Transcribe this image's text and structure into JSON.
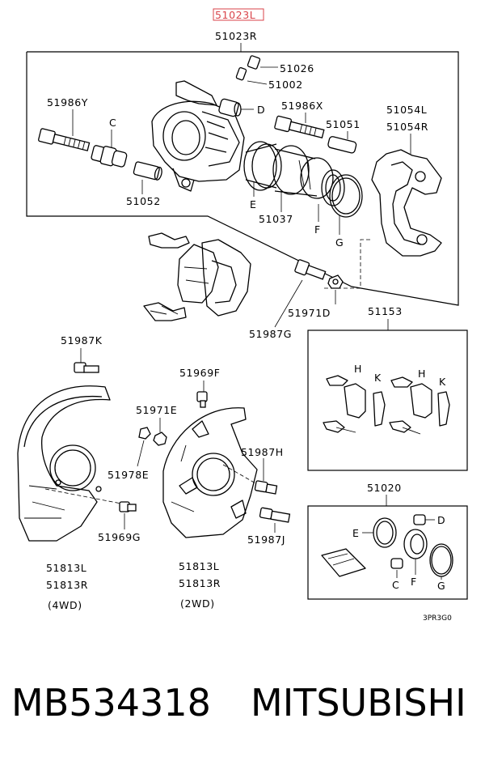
{
  "highlight": {
    "text": "51023L",
    "color": "#d9434a"
  },
  "labels": {
    "top_assembly": "51023R",
    "p51026": "51026",
    "p51002": "51002",
    "p51986Y": "51986Y",
    "pC_top": "C",
    "pD_top": "D",
    "p51986X": "51986X",
    "p51051": "51051",
    "p51054L": "51054L",
    "p51054R": "51054R",
    "p51052": "51052",
    "pE_top": "E",
    "p51037": "51037",
    "pF_top": "F",
    "pG_top": "G",
    "p51971D": "51971D",
    "p51987G": "51987G",
    "p51153": "51153",
    "pH1": "H",
    "pK1": "K",
    "pH2": "H",
    "pK2": "K",
    "p51987K": "51987K",
    "p51969F": "51969F",
    "p51971E": "51971E",
    "p51978E": "51978E",
    "p51987H": "51987H",
    "p51969G": "51969G",
    "p51987J": "51987J",
    "p51813L_a": "51813L",
    "p51813R_a": "51813R",
    "p4wd": "(4WD)",
    "p51813L_b": "51813L",
    "p51813R_b": "51813R",
    "p2wd": "(2WD)",
    "p51020": "51020",
    "pD_kit": "D",
    "pE_kit": "E",
    "pC_kit": "C",
    "pF_kit": "F",
    "pG_kit": "G",
    "code": "3PR3G0"
  },
  "caption": {
    "part_number": "MB534318",
    "brand": "MITSUBISHI"
  }
}
